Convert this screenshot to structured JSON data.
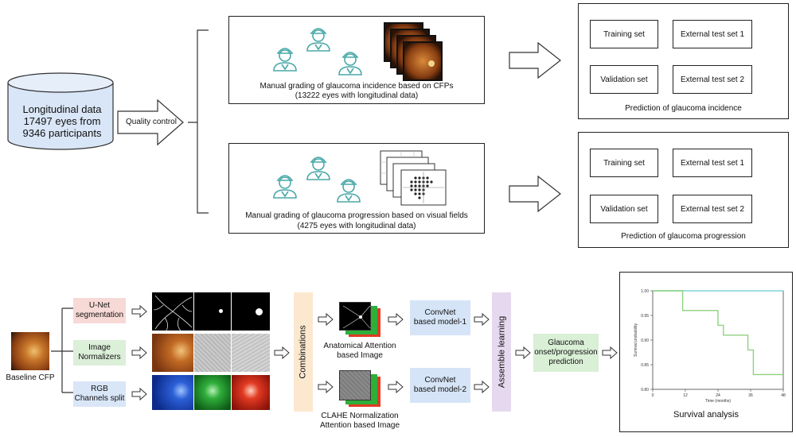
{
  "top": {
    "database_label": "Longitudinal data\n17497 eyes from\n9346 participants",
    "quality_control_label": "Quality control",
    "incidence_panel": {
      "caption_line1": "Manual grading of glaucoma incidence based on CFPs",
      "caption_line2": "(13222 eyes with longitudinal data)"
    },
    "progression_panel": {
      "caption_line1": "Manual grading of glaucoma progression based on visual fields",
      "caption_line2": "(4275 eyes with longitudinal data)"
    },
    "incidence_sets": {
      "training": "Training set",
      "external1": "External test set 1",
      "validation": "Validation set",
      "external2": "External test set 2",
      "title": "Prediction of glaucoma incidence"
    },
    "progression_sets": {
      "training": "Training set",
      "external1": "External test set 1",
      "validation": "Validation set",
      "external2": "External test set 2",
      "title": "Prediction of glaucoma progression"
    }
  },
  "bottom": {
    "baseline_label": "Baseline CFP",
    "unet_label": "U-Net\nsegmentation",
    "normalizers_label": "Image\nNormalizers",
    "rgb_label": "RGB\nChannels split",
    "combinations_label": "Combinations",
    "anatomical_label": "Anatomical Attention\nbased Image",
    "clahe_label": "CLAHE Normalization\nAttention based Image",
    "convnet1_label": "ConvNet\nbased model-1",
    "convnet2_label": "ConvNet\nbased model-2",
    "assemble_label": "Assemble learning",
    "prediction_label": "Glaucoma\nonset/progression\nprediction",
    "survival_title": "Survival analysis"
  },
  "colors": {
    "unet_fill": "#f7d9d6",
    "normalizer_fill": "#dcefd9",
    "rgb_fill": "#d9e6f7",
    "combinations_fill": "#fbe8cf",
    "convnet_fill": "#d6e4f7",
    "assemble_fill": "#e6d9ef",
    "prediction_fill": "#d9efd6",
    "doctor_icon": "#4aa8a8",
    "curve_cyan": "#7fd3d3",
    "curve_green": "#8fd17f"
  },
  "chart_data": {
    "type": "line",
    "title": "",
    "xlabel": "Time (months)",
    "ylabel": "Survival probability",
    "xlim": [
      0,
      48
    ],
    "ylim": [
      0.8,
      1.0
    ],
    "x_ticks": [
      "0",
      "12",
      "24",
      "36",
      "48"
    ],
    "y_ticks": [
      "1.00",
      "0.95",
      "0.90",
      "0.85",
      "0.80"
    ],
    "series": [
      {
        "x": [
          0,
          48
        ],
        "y": [
          1.0,
          1.0
        ]
      },
      {
        "x": [
          0,
          11,
          11,
          24,
          24,
          26,
          26,
          35,
          35,
          37,
          37,
          48
        ],
        "y": [
          1.0,
          1.0,
          0.96,
          0.96,
          0.93,
          0.93,
          0.91,
          0.91,
          0.88,
          0.88,
          0.83,
          0.83
        ]
      }
    ]
  }
}
